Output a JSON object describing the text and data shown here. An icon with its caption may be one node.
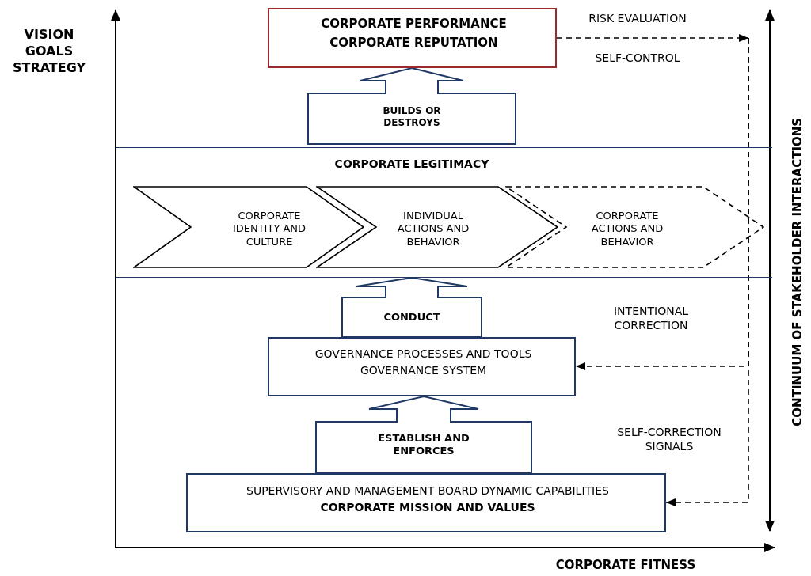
{
  "diagram": {
    "nodes": [
      {
        "text": [
          "CORPORATE PERFORMANCE",
          "CORPORATE REPUTATION"
        ]
      },
      {
        "text": [
          "CORPORATE LEGITIMACY"
        ]
      },
      {
        "text": [
          "CORPORATE IDENTITY AND CULTURE"
        ],
        "in": 1
      },
      {
        "text": [
          "INDIVIDUAL ACTIONS AND BEHAVIOR"
        ],
        "in": 1
      },
      {
        "text": [
          "CORPORATE ACTIONS AND BEHAVIOR"
        ],
        "in": 1
      },
      {
        "text": [
          "GOVERNANCE PROCESSES AND TOOLS",
          "GOVERNANCE SYSTEM"
        ]
      },
      {
        "text": [
          "SUPERVISORY AND MANAGEMENT BOARD DYNAMIC CAPABILITIES",
          "CORPORATE MISSION AND VALUES"
        ]
      }
    ],
    "edges": [
      {
        "from": 0,
        "to": null,
        "arrow": "to",
        "label": "RISK EVALUATION",
        "style": "dashed"
      },
      {
        "from": null,
        "to": 5,
        "arrow": "to",
        "label": "INTENTIONAL CORRECTION",
        "style": "dashed"
      },
      {
        "from": null,
        "to": 6,
        "arrow": "to",
        "label": "SELF-CORRECTION SIGNALS",
        "style": "dashed"
      },
      {
        "from": 1,
        "to": 0,
        "arrow": "to",
        "label": "BUILDS OR DESTROYS",
        "style": "thick",
        "color": "#1f3864"
      },
      {
        "from": 5,
        "to": 1,
        "arrow": "to",
        "label": "CONDUCT",
        "style": "thick",
        "color": "#1f3864"
      },
      {
        "from": 6,
        "to": 5,
        "arrow": "to",
        "label": "ESTABLISH AND ENFORCES",
        "style": "thick",
        "color": "#1f3864"
      }
    ],
    "labels": [
      "VISION GOALS STRATEGY",
      "SELF-CONTROL",
      "CONTINUUM OF STAKEHOLDER INTERACTIONS",
      "CORPORATE FITNESS"
    ]
  }
}
